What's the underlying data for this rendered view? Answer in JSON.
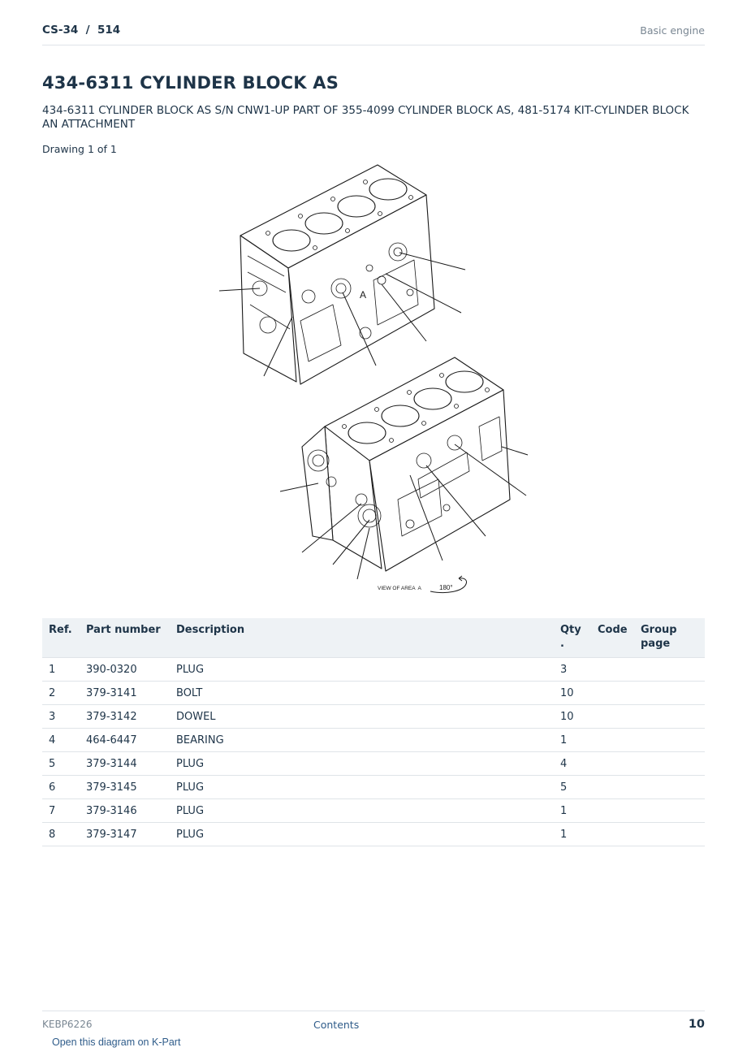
{
  "header": {
    "doc_id": "CS-34  /  514",
    "section": "Basic engine"
  },
  "title": "434-6311 CYLINDER BLOCK AS",
  "subtitle": "434-6311 CYLINDER BLOCK AS S/N CNW1-UP PART OF 355-4099 CYLINDER BLOCK AS, 481-5174 KIT-CYLINDER BLOCK AN ATTACHMENT",
  "drawing_label": "Drawing 1 of 1",
  "diagram": {
    "callout_a": "A",
    "view_label": "VIEW OF AREA  A",
    "rotation_label": "180°"
  },
  "parts_table": {
    "headers": [
      "Ref.",
      "Part number",
      "Description",
      "Qty\n.",
      "Code",
      "Group\npage"
    ],
    "rows": [
      [
        "1",
        "390-0320",
        "PLUG",
        "3",
        "",
        ""
      ],
      [
        "2",
        "379-3141",
        "BOLT",
        "10",
        "",
        ""
      ],
      [
        "3",
        "379-3142",
        "DOWEL",
        "10",
        "",
        ""
      ],
      [
        "4",
        "464-6447",
        "BEARING",
        "1",
        "",
        ""
      ],
      [
        "5",
        "379-3144",
        "PLUG",
        "4",
        "",
        ""
      ],
      [
        "6",
        "379-3145",
        "PLUG",
        "5",
        "",
        ""
      ],
      [
        "7",
        "379-3146",
        "PLUG",
        "1",
        "",
        ""
      ],
      [
        "8",
        "379-3147",
        "PLUG",
        "1",
        "",
        ""
      ]
    ]
  },
  "footer": {
    "code": "KEBP6226",
    "contents_link": "Contents",
    "page_number": "10",
    "kpart_link": "Open this diagram on K-Part"
  }
}
